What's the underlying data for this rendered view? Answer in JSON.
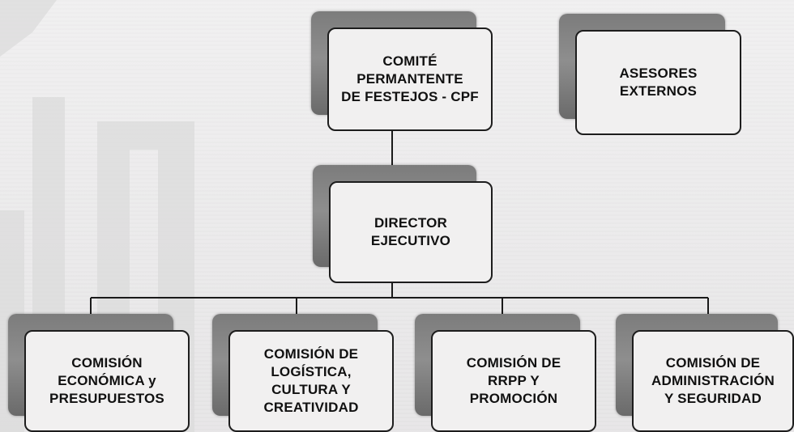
{
  "org_chart": {
    "committee": {
      "lines": [
        "COMITÉ",
        "PERMANTENTE",
        "DE FESTEJOS - CPF"
      ]
    },
    "advisors": {
      "lines": [
        "ASESORES",
        "EXTERNOS"
      ]
    },
    "director": {
      "lines": [
        "DIRECTOR",
        "EJECUTIVO"
      ]
    },
    "commissions": [
      {
        "lines": [
          "COMISIÓN",
          "ECONÓMICA y",
          "PRESUPUESTOS"
        ]
      },
      {
        "lines": [
          "COMISIÓN DE",
          "LOGÍSTICA,",
          "CULTURA Y",
          "CREATIVIDAD"
        ]
      },
      {
        "lines": [
          "COMISIÓN DE",
          "RRPP Y",
          "PROMOCIÓN"
        ]
      },
      {
        "lines": [
          "COMISIÓN DE",
          "ADMINISTRACIÓN",
          "Y SEGURIDAD"
        ]
      }
    ]
  },
  "colors": {
    "background": "#ecebec",
    "box_fill": "#f1f0f0",
    "box_border": "#1d1d1d",
    "shadow": "#7c7c7c",
    "connector": "#1a1a1a"
  }
}
